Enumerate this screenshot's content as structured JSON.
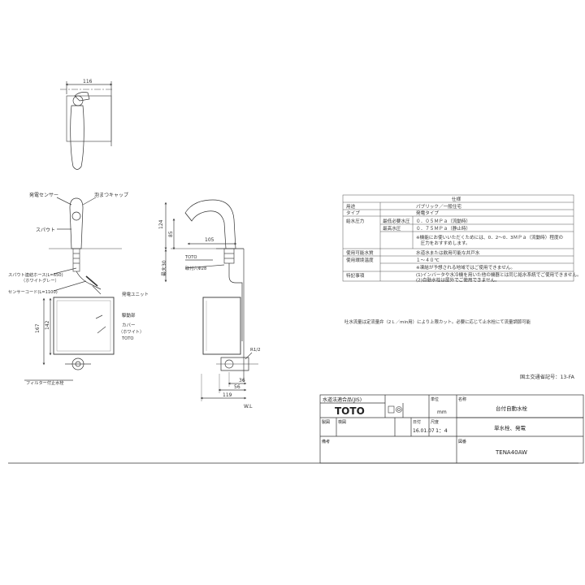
{
  "top_view": {
    "width_dim": "116"
  },
  "front_view": {
    "labels": {
      "sensor": "発電センサー",
      "cap": "泡まつキャップ",
      "spout": "スパウト",
      "hose": "スパウト連結ホース(L=650)",
      "hose_sub": "（ホワイトグレー）",
      "cord": "センサーコード(L=1100)",
      "generator": "発電ユニット",
      "drive": "駆動部",
      "cover": "カバー",
      "cover_sub": "（ホワイト）",
      "toto": "TOTO",
      "filter": "フィルター付止水栓"
    },
    "dims": {
      "h167": "167",
      "h142": "142"
    }
  },
  "side_view": {
    "dims": {
      "d124": "124",
      "d85": "85",
      "d105": "105",
      "d30": "最大30",
      "d36": "36",
      "d56": "56",
      "d119": "119"
    },
    "labels": {
      "toto": "TOTO",
      "hole": "取付穴Φ28",
      "r12": "R1/2",
      "wl": "W.L"
    }
  },
  "spec_table": {
    "title": "仕様",
    "rows": [
      {
        "label": "用途",
        "value": "パブリック／一般住宅"
      },
      {
        "label": "タイプ",
        "value": "発電タイプ"
      },
      {
        "label": "給水圧力",
        "sub": "最低必要水圧",
        "value": "０．０５ＭＰａ（流動時）"
      },
      {
        "label": "",
        "sub": "最高水圧",
        "value": "０．７５ＭＰａ（静止時）"
      },
      {
        "label": "",
        "sub": "",
        "value": "※機能にお使いいただくためには、0．2〜0．3ＭＰａ（流動時）程度の"
      },
      {
        "label": "",
        "sub": "",
        "value": "　圧力をおすすめします。"
      },
      {
        "label": "使用可能水質",
        "value": "水道水または飲用可能な井戸水"
      },
      {
        "label": "使用環境温度",
        "value": "１〜４０℃"
      },
      {
        "label": "",
        "value": "※凍結が予想される地域ではご使用できません。"
      },
      {
        "label": "特記事項",
        "value": "(1)インバータや水冷機を用いた他の機器とは同じ給水系統でご使用できません。"
      },
      {
        "label": "",
        "value": "(2)自動水栓は屋外でご使用できません。"
      }
    ]
  },
  "notes": {
    "flow": "吐水流量は定流量弁（2Ｌ／min用）により上限カット。必要に応じて止水栓にて流量調節可能",
    "mlit": "国土交通省記号：13-FA"
  },
  "title_block": {
    "water_label": "水道法適合品(JIS)",
    "brand": "TOTO",
    "unit_label": "単位",
    "unit": "mm",
    "name_label": "名称",
    "name": "台付自動水栓",
    "drawn_label": "製図",
    "checked_label": "検図",
    "date_label": "日付",
    "date": "16.01.07",
    "scale_label": "尺度",
    "scale": "1：4",
    "sub_name": "単水栓、発電",
    "dwg_label": "図番",
    "dwg_no": "TENA40AW",
    "remarks_label": "備考"
  }
}
